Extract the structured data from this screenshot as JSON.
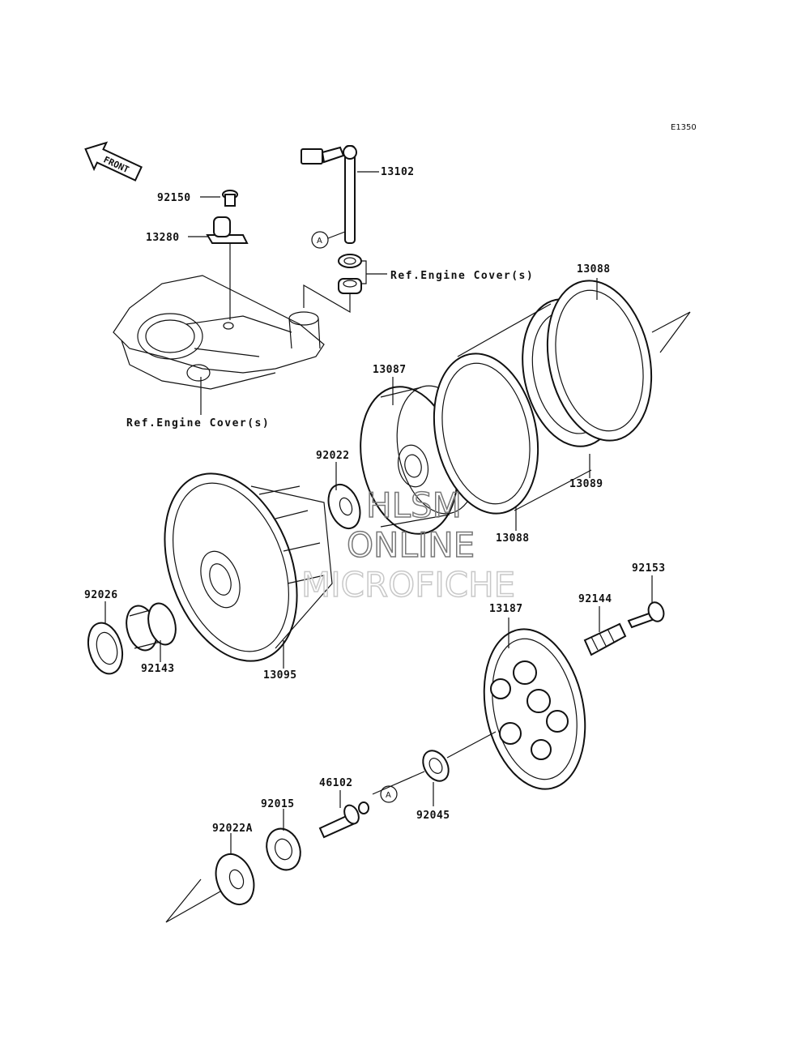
{
  "diagram": {
    "code": "E1350",
    "front_label": "FRONT",
    "callout_letter": "A",
    "ref_upper": "Ref.Engine Cover(s)",
    "ref_lower": "Ref.Engine Cover(s)",
    "watermark": [
      "HLSM",
      "ONLINE",
      "MICROFICHE"
    ]
  },
  "parts": {
    "p13102": "13102",
    "p92150": "92150",
    "p13280": "13280",
    "p13088_top": "13088",
    "p13087": "13087",
    "p92022": "92022",
    "p13089": "13089",
    "p13088_bottom": "13088",
    "p92153": "92153",
    "p92026": "92026",
    "p92144": "92144",
    "p13187": "13187",
    "p92143": "92143",
    "p13095": "13095",
    "p46102": "46102",
    "p92015": "92015",
    "p92045": "92045",
    "p92022A": "92022A"
  },
  "colors": {
    "line": "#111111",
    "background": "#ffffff",
    "watermark": "#777777",
    "watermark_light": "#c8c8c8"
  }
}
